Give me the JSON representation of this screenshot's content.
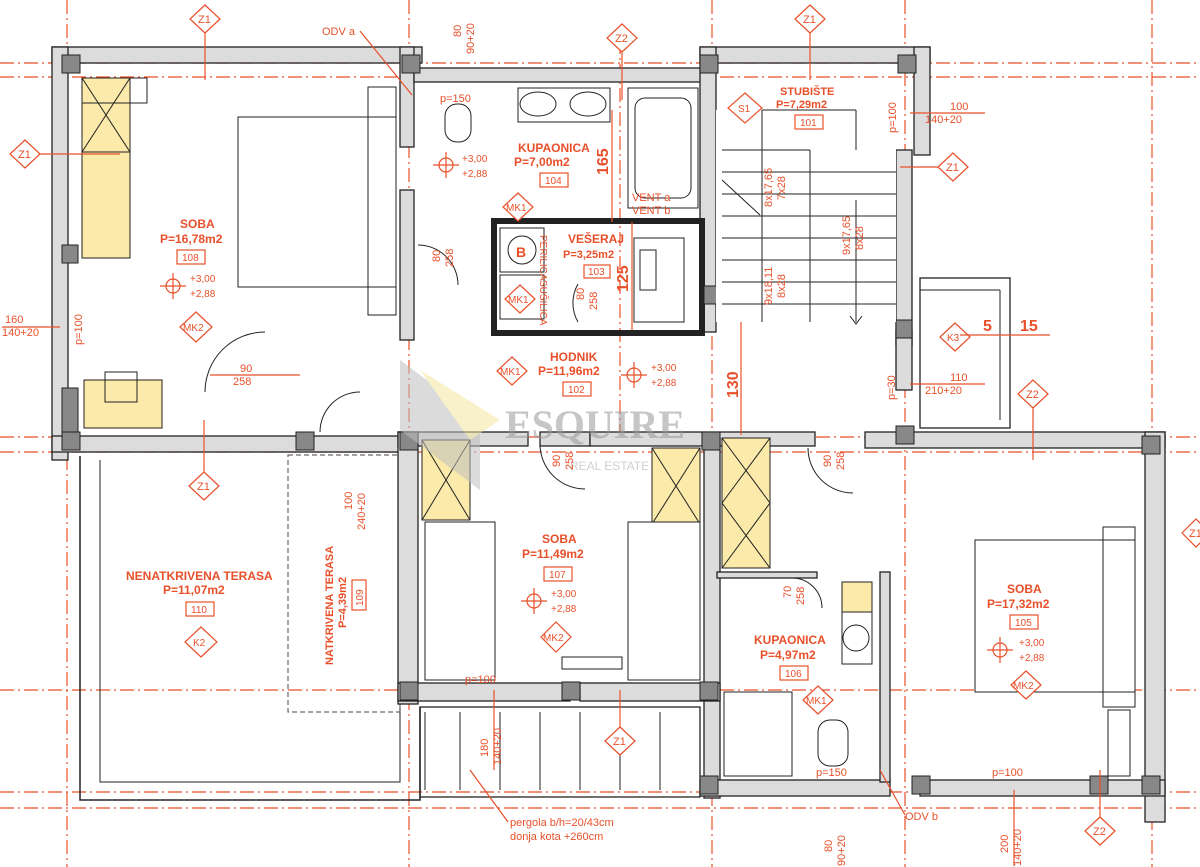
{
  "watermark": {
    "brand": "ESQUIRE",
    "sub": "REAL ESTATE"
  },
  "axes": {
    "z1": "Z1",
    "z2": "Z2"
  },
  "rooms": {
    "soba108": {
      "name": "SOBA",
      "area": "P=16,78m2",
      "num": "108",
      "lvl1": "+3,00",
      "lvl2": "+2,88",
      "mark": "MK2"
    },
    "kupaonica104": {
      "name": "KUPAONICA",
      "area": "P=7,00m2",
      "num": "104",
      "lvl1": "+3,00",
      "lvl2": "+2,88",
      "mark": "MK1"
    },
    "vesaraj103": {
      "name": "VEŠERAJ",
      "area": "P=3,25m2",
      "num": "103",
      "mark": "MK1",
      "b": "B",
      "perilica": "PERILICA",
      "susilica": "SUŠILICA",
      "venta": "VENT a",
      "ventb": "VENT b"
    },
    "stubiste101": {
      "name": "STUBIŠTE",
      "area": "P=7,29m2",
      "num": "101",
      "mark": "S1"
    },
    "hodnik102": {
      "name": "HODNIK",
      "area": "P=11,96m2",
      "num": "102",
      "lvl1": "+3,00",
      "lvl2": "+2,88",
      "mark": "MK1"
    },
    "terasa110": {
      "name": "NENATKRIVENA TERASA",
      "area": "P=11,07m2",
      "num": "110",
      "mark": "K2"
    },
    "terasa109": {
      "name": "NATKRIVENA TERASA",
      "area": "P=4,39m2",
      "num": "109"
    },
    "soba107": {
      "name": "SOBA",
      "area": "P=11,49m2",
      "num": "107",
      "lvl1": "+3,00",
      "lvl2": "+2,88",
      "mark": "MK2"
    },
    "kupaonica106": {
      "name": "KUPAONICA",
      "area": "P=4,97m2",
      "num": "106",
      "mark": "MK1"
    },
    "soba105": {
      "name": "SOBA",
      "area": "P=17,32m2",
      "num": "105",
      "lvl1": "+3,00",
      "lvl2": "+2,88",
      "mark": "MK2"
    }
  },
  "marks": {
    "k3": "K3"
  },
  "labels": {
    "odva": "ODV a",
    "odvb": "ODV b",
    "p150top": "p=150",
    "p100left": "p=100",
    "p100stub": "p=100",
    "p30": "p=30",
    "p100bot1": "p=100",
    "p150bot": "p=150",
    "p100bot2": "p=100",
    "d_80_9020_top_a": "80",
    "d_80_9020_top_b": "90+20",
    "d_100_14020_a": "100",
    "d_100_14020_b": "140+20",
    "d_160_a": "160",
    "d_160_b": "140+20",
    "d_110_a": "110",
    "d_110_b": "210+20",
    "d_165": "165",
    "d_125": "125",
    "d_130": "130",
    "d_515_a": "5",
    "d_515_b": "15",
    "d_90_258_a": "90",
    "d_90_258_b": "258",
    "d_80_258_a": "80",
    "d_80_258_b": "258",
    "d_80_258v_a": "80",
    "d_80_258v_b": "258",
    "d_90_258c_a": "90",
    "d_90_258c_b": "258",
    "d_90_258d_a": "90",
    "d_90_258d_b": "258",
    "d_70_258_a": "70",
    "d_70_258_b": "258",
    "d_100_24020_a": "100",
    "d_100_24020_b": "240+20",
    "d_180_a": "180",
    "d_180_b": "140+20",
    "d_80_9020_bot_a": "80",
    "d_80_9020_bot_b": "90+20",
    "d_200_a": "200",
    "d_200_b": "140+20",
    "stair1_a": "8x17,65",
    "stair1_b": "7x28",
    "stair2_a": "9x17,65",
    "stair2_b": "8x28",
    "stair3_a": "9x18,11",
    "stair3_b": "8x28",
    "pergola1": "pergola b/h=20/43cm",
    "pergola2": "donja kota +260cm"
  }
}
